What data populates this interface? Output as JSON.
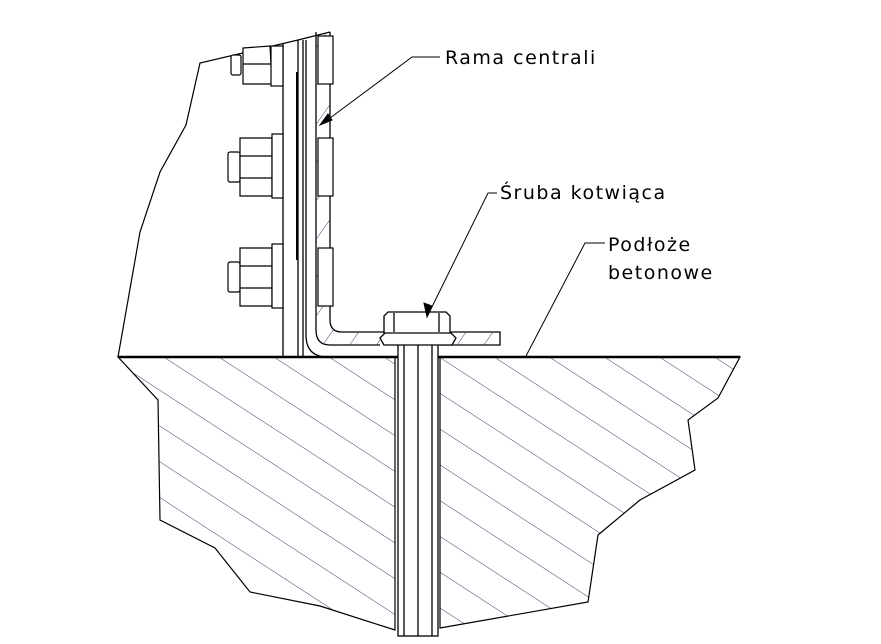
{
  "labels": {
    "frame": "Rama centrali",
    "anchor_bolt": "Śruba kotwiąca",
    "substrate_line1": "Podłoże",
    "substrate_line2": "betonowe"
  },
  "colors": {
    "line": "#000000",
    "hatch": "#3a3f6b"
  }
}
